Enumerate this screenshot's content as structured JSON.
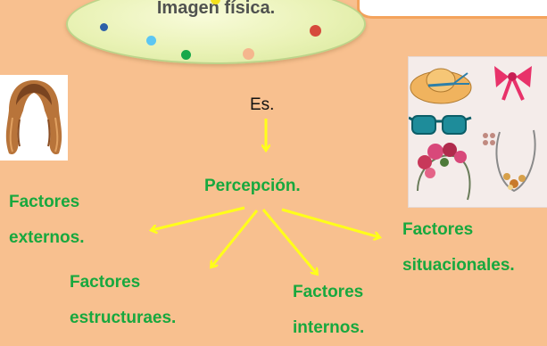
{
  "title": "Imagen física.",
  "relation_label": "Es.",
  "center_node": "Percepción.",
  "factors": {
    "externos": "Factores\nexternos.",
    "estructurales": "Factores\nestructuraes.",
    "internos": "Factores\ninternos.",
    "situacionales": "Factores\nsituacionales."
  },
  "colors": {
    "background": "#f8c08f",
    "label_green": "#18a83e",
    "arrow_yellow": "#ffff1a",
    "title_text": "#505250"
  }
}
